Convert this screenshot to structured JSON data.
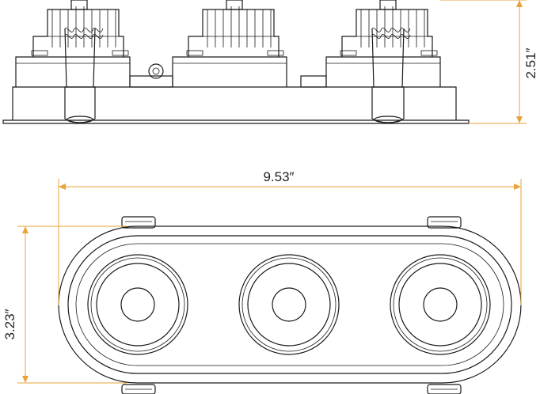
{
  "dimensions": {
    "height": "2.51″",
    "length": "9.53″",
    "width": "3.23″"
  },
  "colors": {
    "dimension_line": "#e8a33a",
    "outline": "#1a1a1a",
    "background": "#ffffff"
  },
  "views": [
    "side-view",
    "top-view"
  ]
}
